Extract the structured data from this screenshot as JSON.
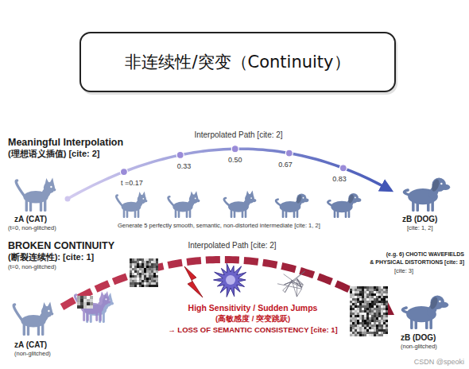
{
  "diagram": {
    "nodes": [
      {
        "text": [
          "非连续性/突变（Continuity）"
        ]
      }
    ],
    "labels": [
      "Meaningful Interpolation",
      "(理想语义插值) [cite: 2]",
      "Interpolated Path [cite: 2]",
      "t =0.17",
      "0.33",
      "0.50",
      "0.67",
      "0.83",
      "zA (CAT)",
      "(t=0, non-glitched)",
      "Generate 5 perfectly smooth, semantic, non-distorted intermediate [cite: 1, 2]",
      "zB (DOG)",
      "[cite: 1, 2]",
      "BROKEN CONTINUITY",
      "(断裂连续性): [cite: 1]",
      "(t=0, non-glitched)",
      "Interpolated Path [cite: 2]",
      "(e.g. 6) CHOTIC WAVEFIELDS",
      "& PHYSICAL DISTORTIONS [cite: 3]",
      "[cite: 3]",
      "High Sensitivity / Sudden Jumps",
      "(高敏感度 / 突变跳跃)",
      "→ LOSS OF SEMANTIC CONSISTENCY [cite: 1]",
      "zA (CAT)",
      "(non-glitched)",
      "zB (DOG)",
      "(non-glitched)",
      "CSDN @speoki"
    ]
  }
}
